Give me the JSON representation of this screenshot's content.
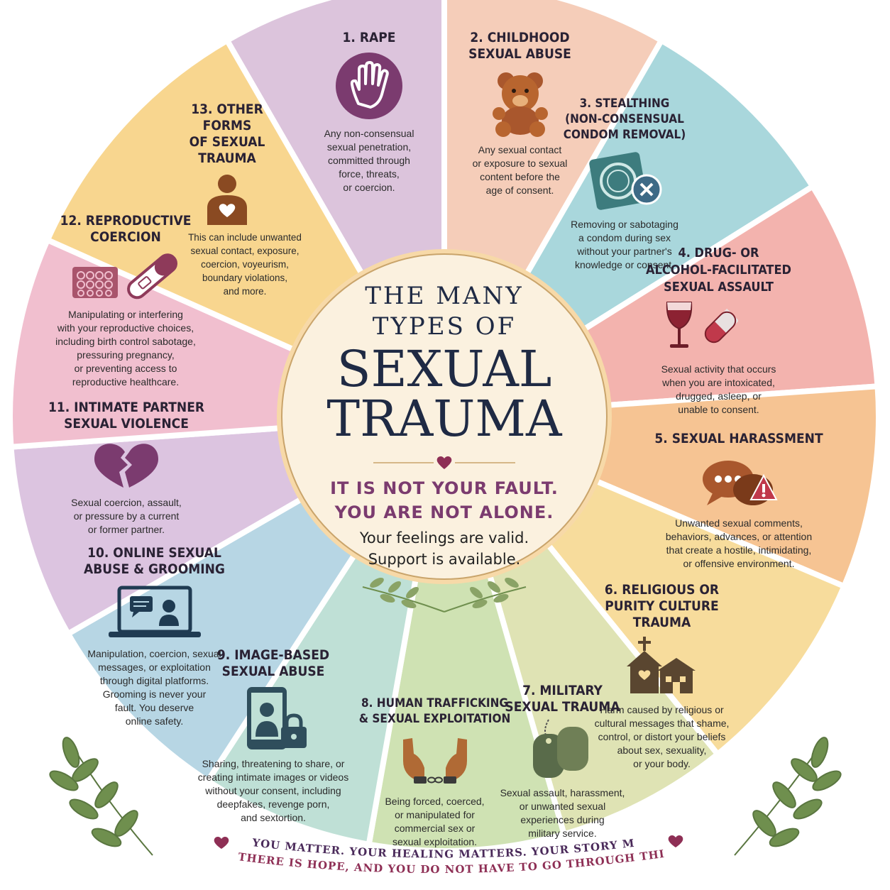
{
  "center": {
    "title_line1": "THE MANY",
    "title_line2": "TYPES OF",
    "title_line3": "SEXUAL",
    "title_line4": "TRAUMA",
    "message1": "IT IS NOT YOUR FAULT.",
    "message2": "YOU ARE NOT ALONE.",
    "support1": "Your feelings are valid.",
    "support2": "Support is available."
  },
  "segments": [
    {
      "title": "1. RAPE",
      "desc": "Any non-consensual\nsexual penetration,\ncommitted through\nforce, threats,\nor coercion.",
      "icon": "raised-hand-icon",
      "color": "#dcc4dc"
    },
    {
      "title": "2. CHILDHOOD\nSEXUAL ABUSE",
      "desc": "Any sexual contact\nor exposure to sexual\ncontent before the\nage of consent.",
      "icon": "teddy-bear-icon",
      "color": "#f5cdb9"
    },
    {
      "title": "3. STEALTHING\n(NON-CONSENSUAL\nCONDOM REMOVAL)",
      "desc": "Removing or sabotaging\na condom during sex\nwithout your partner's\nknowledge or consent.",
      "icon": "condom-removal-icon",
      "color": "#a9d7dc"
    },
    {
      "title": "4. DRUG- OR\nALCOHOL-FACILITATED\nSEXUAL ASSAULT",
      "desc": "Sexual activity that occurs\nwhen you are intoxicated,\ndrugged, asleep, or\nunable to consent.",
      "icon": "wine-and-pill-icon",
      "color": "#f3b3ae"
    },
    {
      "title": "5. SEXUAL HARASSMENT",
      "desc": "Unwanted sexual comments,\nbehaviors, advances, or attention\nthat create a hostile, intimidating,\nor offensive environment.",
      "icon": "speech-bubble-warning-icon",
      "color": "#f6c493"
    },
    {
      "title": "6. RELIGIOUS OR\nPURITY CULTURE TRAUMA",
      "desc": "Harm caused by religious or\ncultural messages that shame,\ncontrol, or distort your beliefs\nabout sex, sexuality,\nor your body.",
      "icon": "church-icon",
      "color": "#f7dc9c"
    },
    {
      "title": "7. MILITARY\nSEXUAL TRAUMA",
      "desc": "Sexual assault, harassment,\nor unwanted sexual\nexperiences during\nmilitary service.",
      "icon": "dog-tags-icon",
      "color": "#dfe3b4"
    },
    {
      "title": "8. HUMAN TRAFFICKING\n& SEXUAL EXPLOITATION",
      "desc": "Being forced, coerced,\nor manipulated for\ncommercial sex or\nsexual exploitation.",
      "icon": "chained-hands-icon",
      "color": "#cfe2b3"
    },
    {
      "title": "9. IMAGE-BASED\nSEXUAL ABUSE",
      "desc": "Sharing, threatening to share, or\ncreating intimate images or videos\nwithout your consent, including\ndeepfakes, revenge porn,\nand sextortion.",
      "icon": "locked-phone-icon",
      "color": "#bfe0d6"
    },
    {
      "title": "10. ONLINE SEXUAL\nABUSE & GROOMING",
      "desc": "Manipulation, coercion, sexual\nmessages, or exploitation\nthrough digital platforms.\nGrooming is never your\nfault. You deserve\nonline safety.",
      "icon": "laptop-chat-icon",
      "color": "#b7d6e4"
    },
    {
      "title": "11. INTIMATE PARTNER\nSEXUAL VIOLENCE",
      "desc": "Sexual coercion, assault,\nor pressure by a current\nor former partner.",
      "icon": "broken-heart-icon",
      "color": "#dcc4e0"
    },
    {
      "title": "12. REPRODUCTIVE\nCOERCION",
      "desc": "Manipulating or interfering\nwith your reproductive choices,\nincluding birth control sabotage,\npressuring pregnancy,\nor preventing access to\nreproductive healthcare.",
      "icon": "birth-control-icon",
      "color": "#f1bfcf"
    },
    {
      "title": "13. OTHER FORMS\nOF SEXUAL TRAUMA",
      "desc": "This can include unwanted\nsexual contact, exposure,\ncoercion, voyeurism,\nboundary violations,\nand more.",
      "icon": "person-heart-icon",
      "color": "#f8d68f"
    }
  ],
  "footer": {
    "line1": "YOU MATTER. YOUR HEALING MATTERS. YOUR STORY MATTERS.",
    "line2": "THERE IS HOPE, AND YOU DO NOT HAVE TO GO THROUGH THIS ALONE."
  },
  "colors": {
    "plum": "#7b3b6f",
    "navy": "#1f2a44",
    "heart": "#8e2f55",
    "leaf": "#6f8f4e",
    "center_bg": "#fbf1df"
  }
}
